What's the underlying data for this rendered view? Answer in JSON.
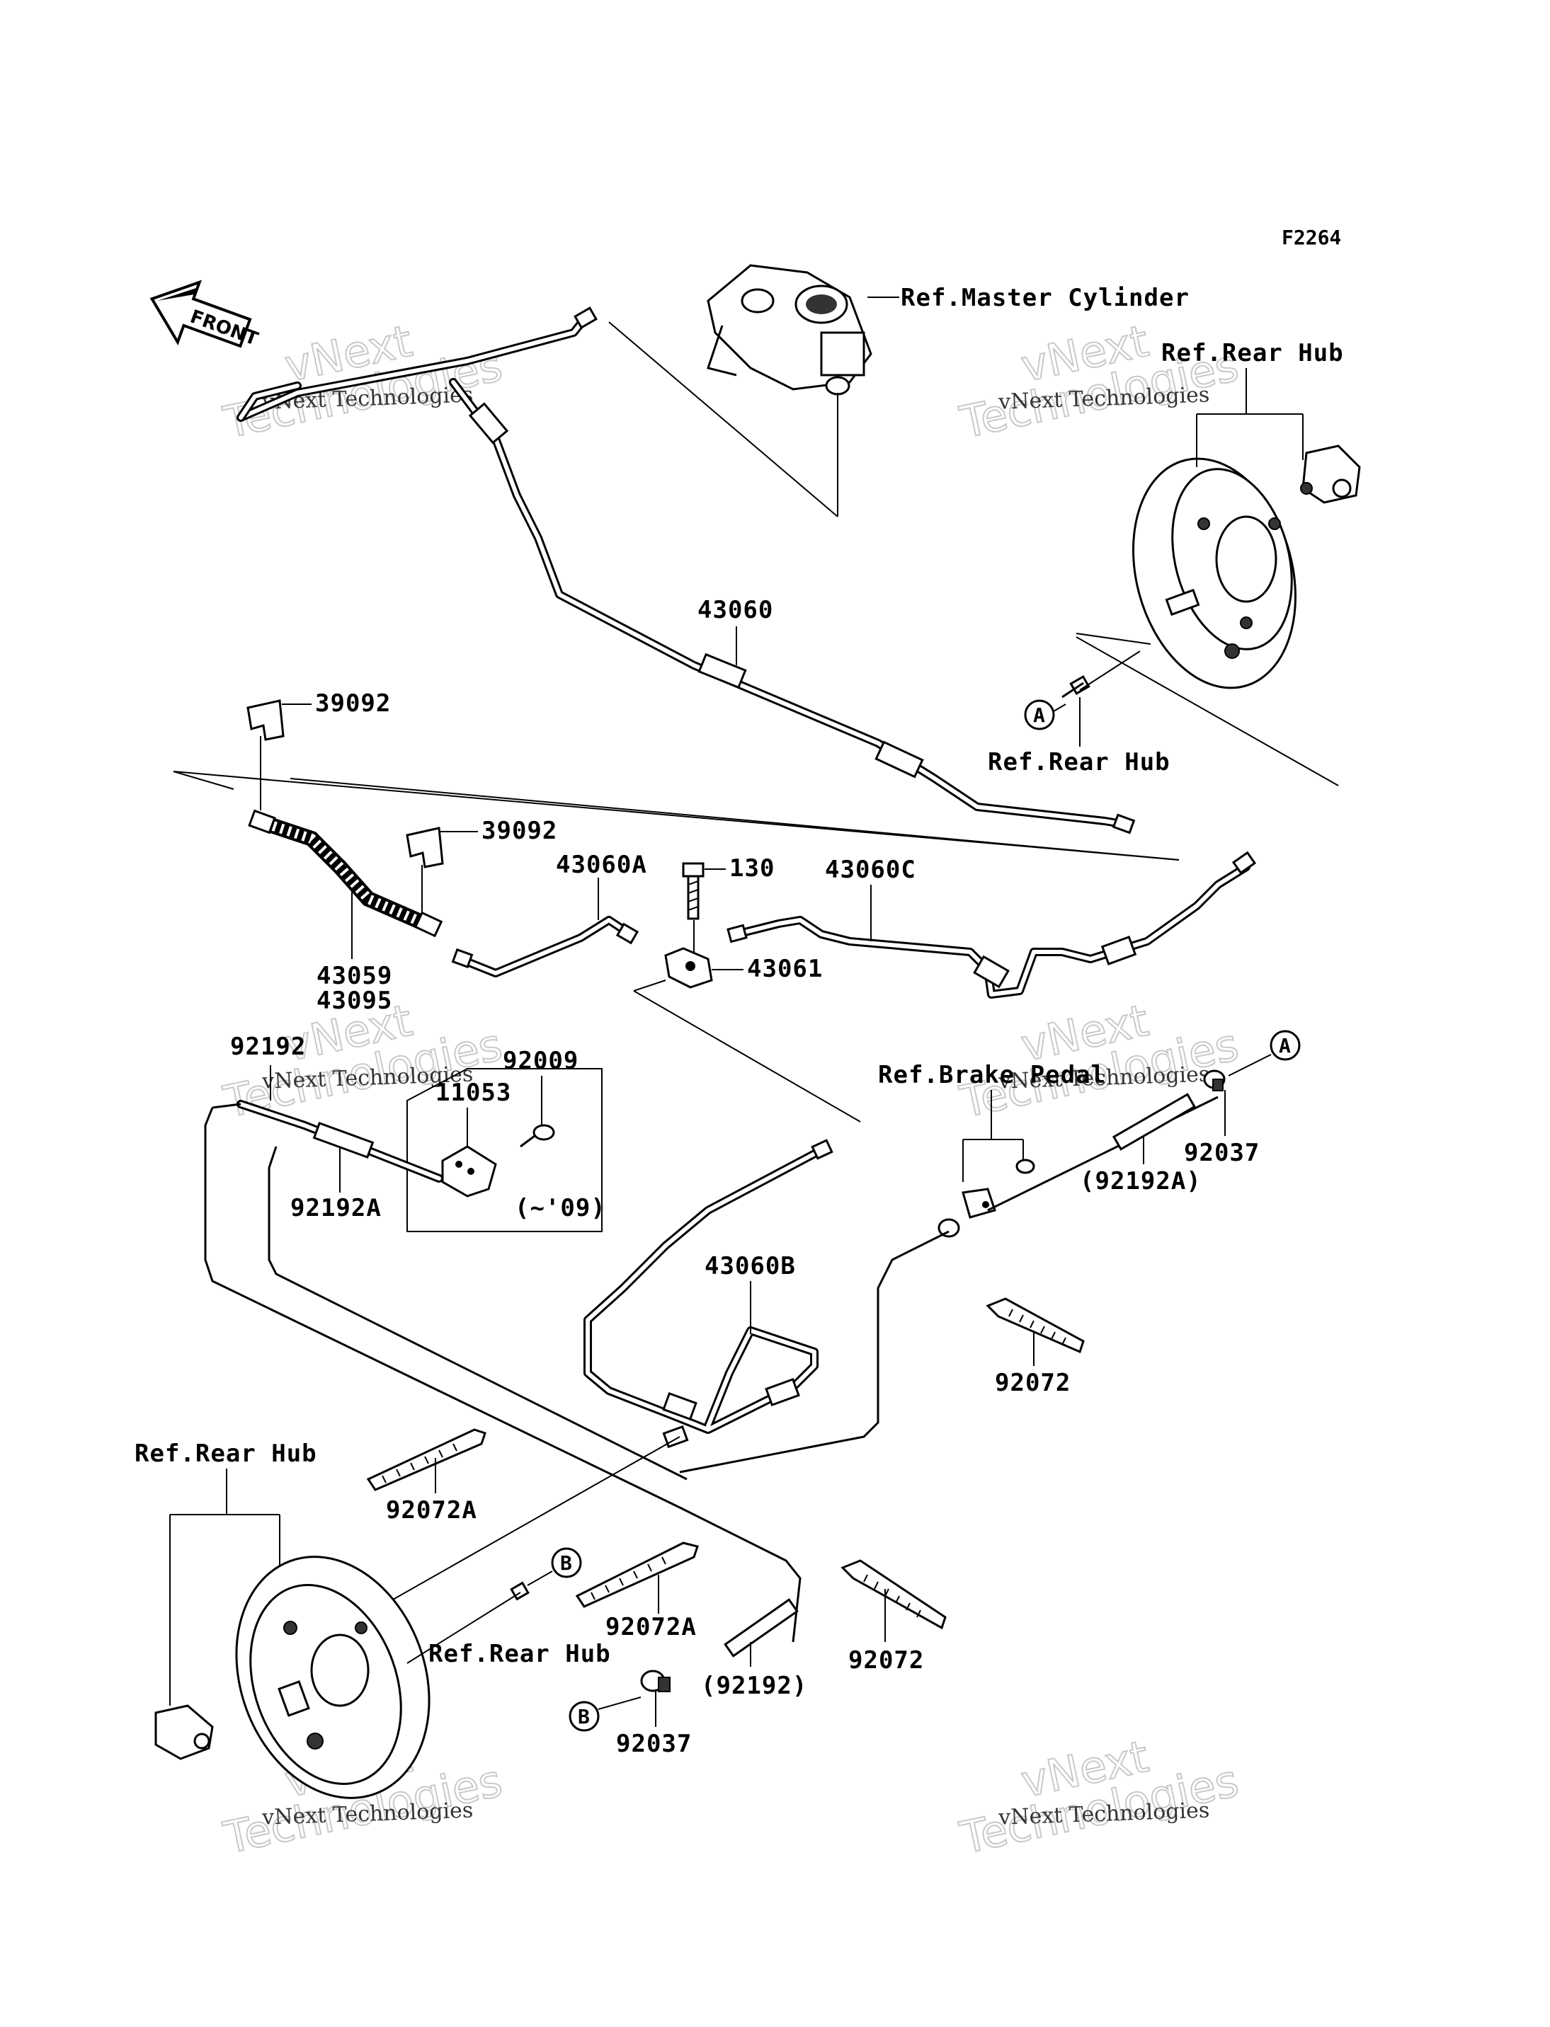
{
  "figure_code": "F2264",
  "front_label": "FRONT",
  "watermark": {
    "line1": "vNext",
    "line2": "Technologies",
    "small": "vNext Technologies"
  },
  "refs": {
    "master_cylinder": "Ref.Master Cylinder",
    "rear_hub_top": "Ref.Rear Hub",
    "rear_hub_mid": "Ref.Rear Hub",
    "rear_hub_left": "Ref.Rear Hub",
    "rear_hub_bottom": "Ref.Rear Hub",
    "brake_pedal": "Ref.Brake Pedal"
  },
  "parts": {
    "p43060": "43060",
    "p39092_a": "39092",
    "p39092_b": "39092",
    "p43060A": "43060A",
    "p130": "130",
    "p43060C": "43060C",
    "p43061": "43061",
    "p43059": "43059",
    "p43095": "43095",
    "p92192": "92192",
    "p92009": "92009",
    "p11053": "11053",
    "p92192A": "92192A",
    "p09": "(~'09)",
    "p43060B": "43060B",
    "p92192A_paren": "(92192A)",
    "p92037_a": "92037",
    "p92072_a": "92072",
    "p92072A_a": "92072A",
    "p92072A_b": "92072A",
    "p92072_b": "92072",
    "p92192_paren": "(92192)",
    "p92037_b": "92037"
  },
  "callouts": {
    "a1": "A",
    "a2": "A",
    "b1": "B",
    "b2": "B"
  }
}
